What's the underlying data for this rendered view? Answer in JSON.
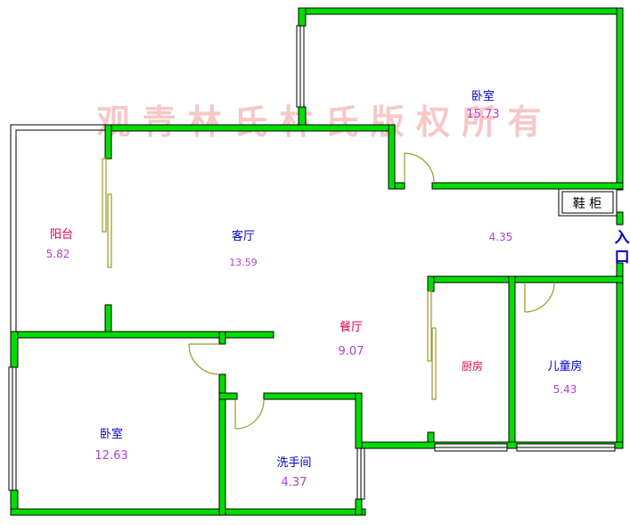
{
  "watermark": "观 青 林 氏 林 氏 版 权 所 有",
  "rooms": {
    "master_bedroom": {
      "name": "卧室",
      "area": "15.73"
    },
    "balcony": {
      "name": "阳台",
      "area": "5.82"
    },
    "living_room": {
      "name": "客厅",
      "area": "13.59"
    },
    "corridor": {
      "area": "4.35"
    },
    "dining_room": {
      "name": "餐厅",
      "area": "9.07"
    },
    "kitchen": {
      "name": "厨房"
    },
    "kids_room": {
      "name": "儿童房",
      "area": "5.43"
    },
    "bedroom": {
      "name": "卧室",
      "area": "12.63"
    },
    "bathroom": {
      "name": "洗手间",
      "area": "4.37"
    }
  },
  "fixtures": {
    "shoe_cabinet": "鞋 柜"
  },
  "entrance": {
    "char1": "入",
    "char2": "口"
  },
  "colors": {
    "wall": "#00dd00",
    "wall_outline": "#000000",
    "door": "#9a9a2a",
    "name_red": "#e0004a",
    "name_blue": "#0000cc",
    "area_purple": "#b040d0",
    "watermark": "#f6c8c8"
  }
}
